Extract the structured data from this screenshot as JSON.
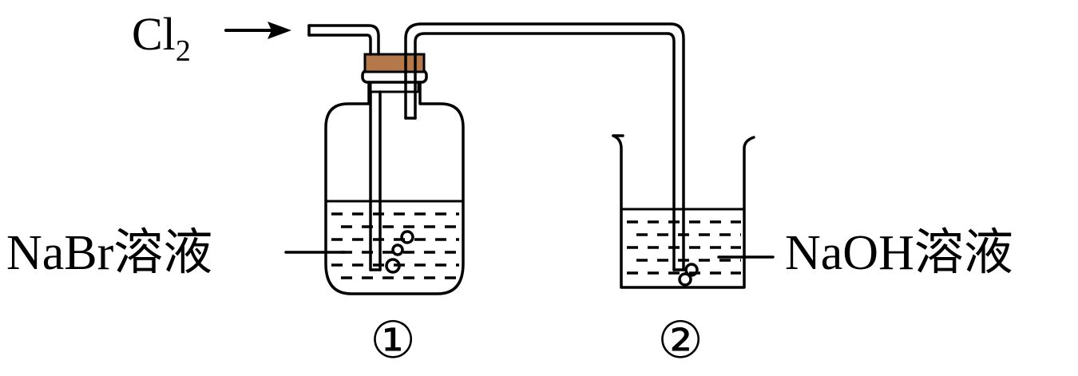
{
  "labels": {
    "gas_symbol": "Cl",
    "gas_subscript": "2",
    "flask1_solution": "NaBr溶液",
    "flask2_solution": "NaOH溶液",
    "flask1_number": "①",
    "flask2_number": "②"
  },
  "colors": {
    "stopper": "#b5784a",
    "line": "#000000",
    "background": "#ffffff"
  }
}
